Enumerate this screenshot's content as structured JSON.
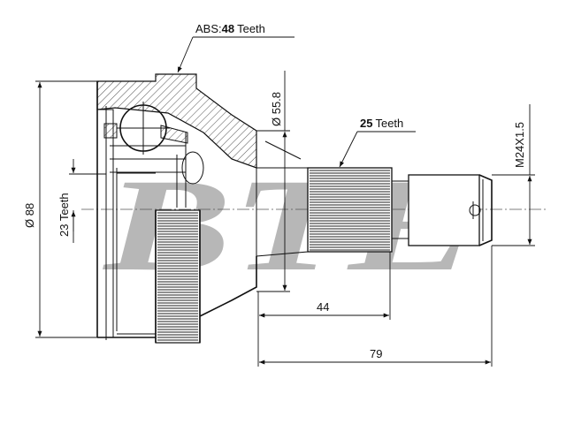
{
  "diagram": {
    "abs_label": {
      "prefix": "ABS:",
      "count": "48",
      "suffix": "Teeth"
    },
    "outer_diameter": "Ø 88",
    "bell_diameter": "Ø 55.8",
    "inner_teeth": "23  Teeth",
    "shaft_teeth": {
      "count": "25",
      "suffix": "Teeth"
    },
    "thread": "M24X1.5",
    "dim_short": "44",
    "dim_long": "79",
    "watermark": "BTE"
  }
}
